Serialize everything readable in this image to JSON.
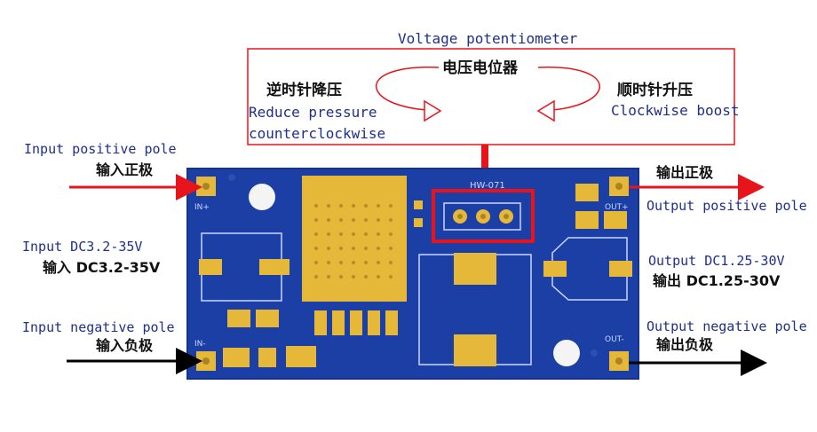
{
  "header": {
    "pot_label_en": "Voltage potentiometer",
    "pot_label_cn": "电压电位器"
  },
  "left_adjust": {
    "label_cn": "逆时针降压",
    "line1_en": "Reduce pressure",
    "line2_en": "counterclockwise"
  },
  "right_adjust": {
    "label_cn": "顺时针升压",
    "label_en": "Clockwise boost"
  },
  "input": {
    "positive_en": "Input positive pole",
    "positive_cn": "输入正极",
    "voltage_en": "Input DC3.2-35V",
    "voltage_cn": "输入 DC3.2-35V",
    "negative_en": "Input negative pole",
    "negative_cn": "输入负极"
  },
  "output": {
    "positive_cn": "输出正极",
    "positive_en": "Output positive pole",
    "voltage_en": "Output DC1.25-30V",
    "voltage_cn": "输出 DC1.25-30V",
    "negative_en": "Output negative pole",
    "negative_cn": "输出负极"
  },
  "board": {
    "model": "HW-071",
    "in_plus": "IN+",
    "in_minus": "IN-",
    "out_plus": "OUT+",
    "out_minus": "OUT-"
  },
  "colors": {
    "board": "#1c3fa6",
    "pad": "#e6b83a",
    "arrow_red": "#e8141b",
    "arrow_black": "#000000",
    "label_blue": "#1f2f8a"
  }
}
